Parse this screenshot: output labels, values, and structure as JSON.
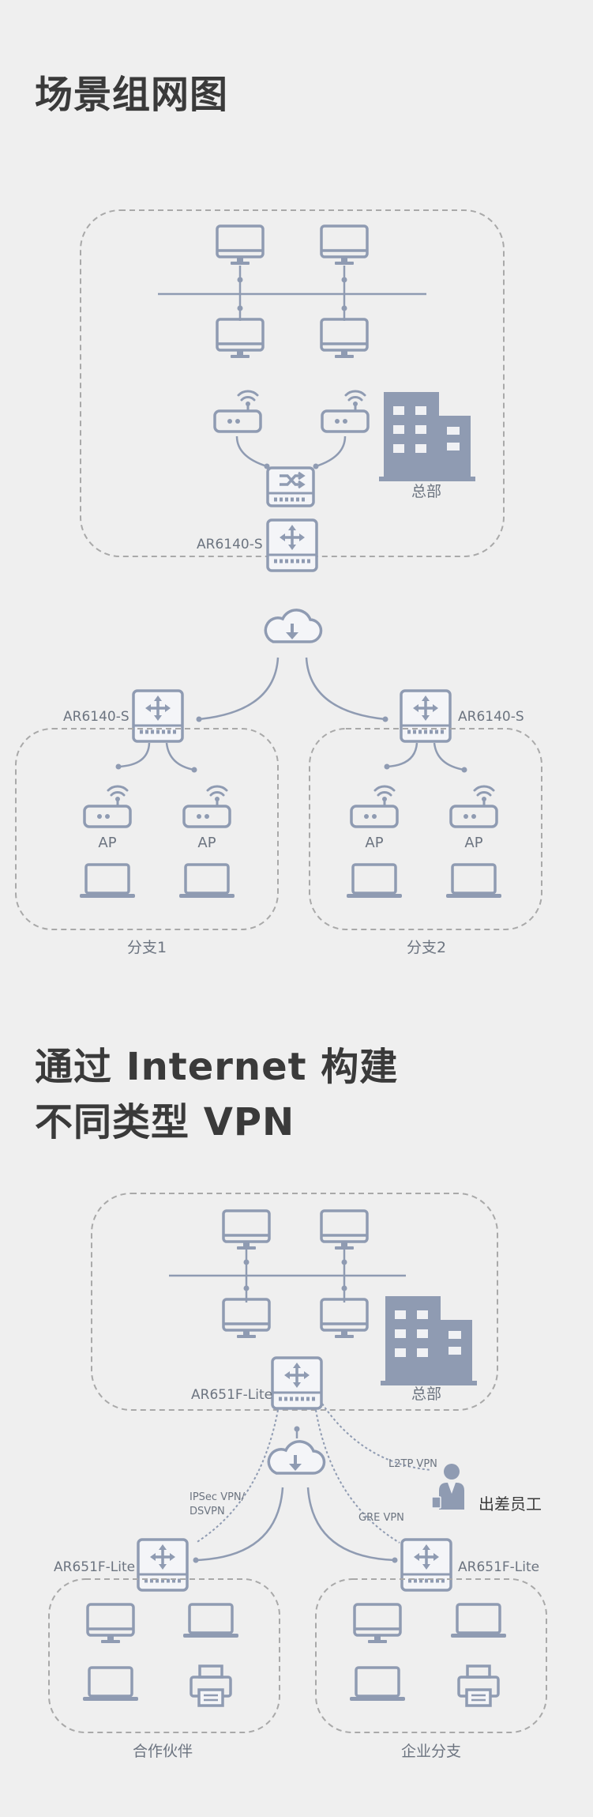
{
  "section1": {
    "title": "场景组网图",
    "hq_label": "总部",
    "core_router_label": "AR6140-S",
    "branch_router_left_label": "AR6140-S",
    "branch_router_right_label": "AR6140-S",
    "ap_label": "AP",
    "branch1_label": "分支1",
    "branch2_label": "分支2"
  },
  "section2": {
    "title_line1": "通过 Internet 构建",
    "title_line2": "不同类型 VPN",
    "hq_label": "总部",
    "core_router_label": "AR651F-Lite",
    "partner_router_label": "AR651F-Lite",
    "branch_router_label": "AR651F-Lite",
    "ipsec_line1": "IPSec VPN/",
    "ipsec_line2": "DSVPN",
    "gre_label": "GRE VPN",
    "l2tp_label": "L2TP  VPN",
    "traveler_label": "出差员工",
    "partner_label": "合作伙伴",
    "enterprise_branch_label": "企业分支"
  },
  "colors": {
    "icon": "#8f9bb2",
    "dashed": "#a9a9a9",
    "text": "#3a3a3a",
    "label": "#6c7480"
  }
}
